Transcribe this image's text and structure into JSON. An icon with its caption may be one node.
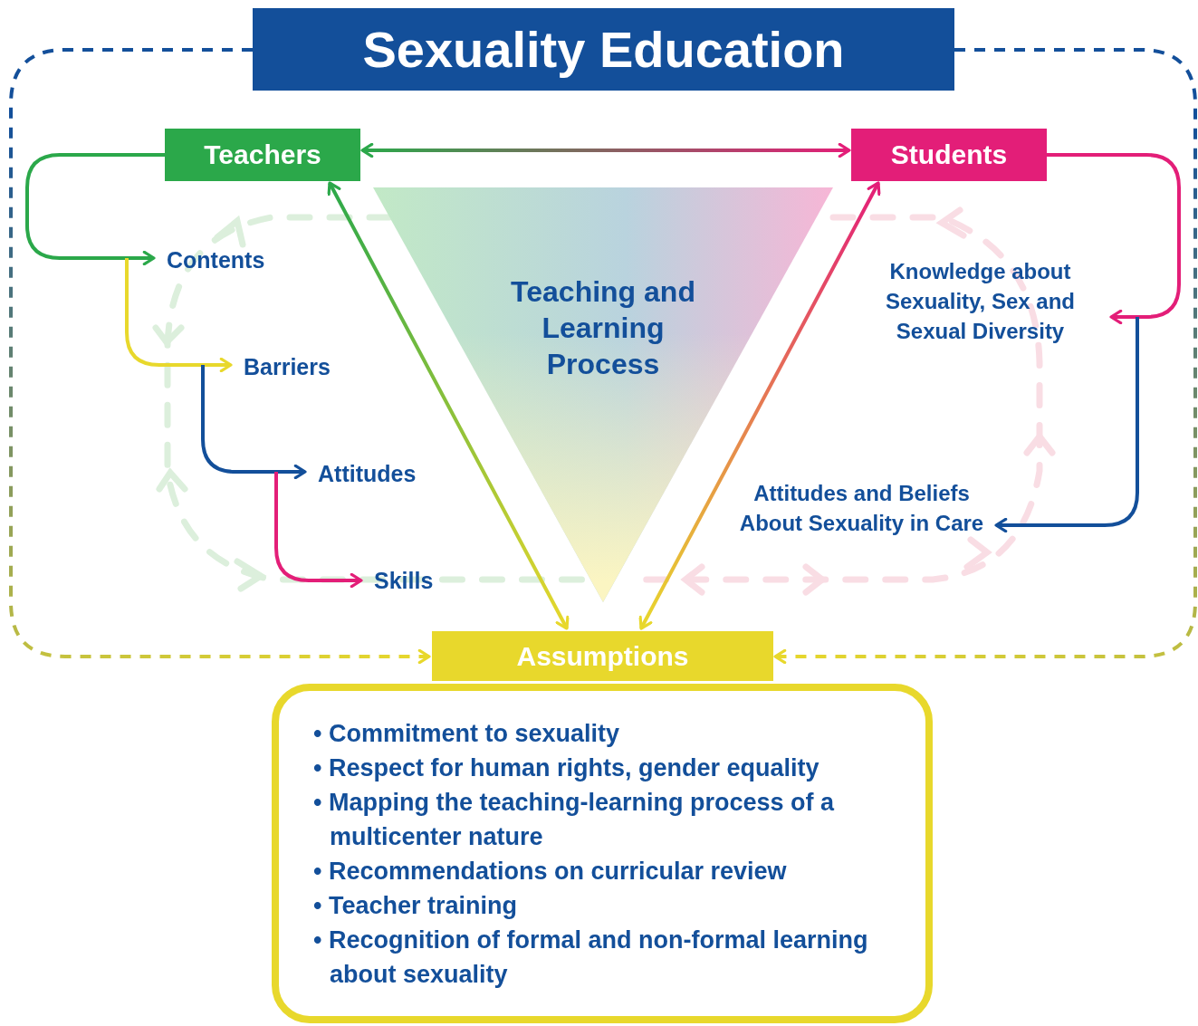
{
  "diagram": {
    "nodes": [
      {
        "text": [
          "Sexuality Education"
        ]
      },
      {
        "text": [
          "Teachers"
        ]
      },
      {
        "text": [
          "Students"
        ]
      },
      {
        "text": [
          "Teaching and Learning Process"
        ]
      },
      {
        "text": [
          "Contents"
        ]
      },
      {
        "text": [
          "Barriers"
        ]
      },
      {
        "text": [
          "Attitudes"
        ]
      },
      {
        "text": [
          "Skills"
        ]
      },
      {
        "text": [
          "Knowledge about Sexuality, Sex and Sexual Diversity"
        ]
      },
      {
        "text": [
          "Attitudes and Beliefs About Sexuality in Care"
        ]
      },
      {
        "text": [
          "Assumptions"
        ]
      },
      {
        "text": [
          "• Commitment to sexuality",
          "• Respect for human rights, gender equality",
          "• Mapping the teaching-learning process of a multicenter nature",
          "• Recommendations on curricular review",
          "• Teacher training",
          "• Recognition of formal and non-formal learning about sexuality"
        ]
      }
    ],
    "edges": [
      {
        "from": 1,
        "to": 2,
        "arrow": "both",
        "color": "#2ba84a"
      },
      {
        "from": 1,
        "to": 4,
        "arrow": "to",
        "color": "#2ba84a"
      },
      {
        "from": 4,
        "to": 5,
        "arrow": "to",
        "color": "#e8d82c"
      },
      {
        "from": 5,
        "to": 6,
        "arrow": "to",
        "color": "#134f9a"
      },
      {
        "from": 6,
        "to": 7,
        "arrow": "to",
        "color": "#e31e78"
      },
      {
        "from": 1,
        "to": 10,
        "arrow": "both",
        "color": "#2ba84a"
      },
      {
        "from": 2,
        "to": 10,
        "arrow": "both",
        "color": "#e31e78"
      },
      {
        "from": 2,
        "to": 8,
        "arrow": "to",
        "color": "#e31e78"
      },
      {
        "from": 8,
        "to": 9,
        "arrow": "to",
        "color": "#134f9a"
      },
      {
        "from": 0,
        "to": 10,
        "arrow": "to",
        "style": "dashed",
        "color": "#134f9a"
      },
      {
        "from": 0,
        "to": 10,
        "arrow": "to",
        "style": "dashed",
        "color": "#134f9a"
      }
    ]
  }
}
